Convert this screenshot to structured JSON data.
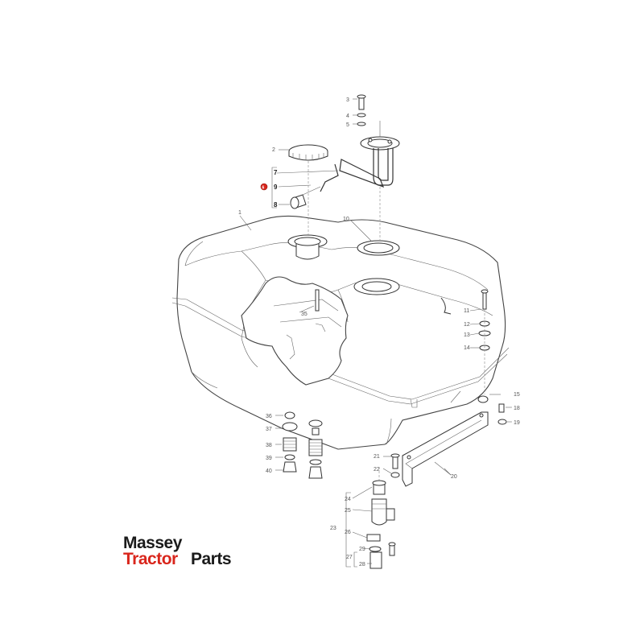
{
  "diagram": {
    "callouts": {
      "c1": "1",
      "c2": "2",
      "c3": "3",
      "c4": "4",
      "c5": "5",
      "c6": "6",
      "c7": "7",
      "c8": "8",
      "c9": "9",
      "c10": "10",
      "c11": "11",
      "c12": "12",
      "c13": "13",
      "c14": "14",
      "c15": "15",
      "c18": "18",
      "c19": "19",
      "c20": "20",
      "c21": "21",
      "c22": "22",
      "c23": "23",
      "c24": "24",
      "c25": "25",
      "c26": "26",
      "c27": "27",
      "c28": "28",
      "c29": "29",
      "c35": "35",
      "c36": "36",
      "c37": "37",
      "c38": "38",
      "c39": "39",
      "c40": "40"
    },
    "highlight_color": "#d9261c"
  },
  "logo": {
    "line1": "Massey",
    "line2_red": "Tractor",
    "line2_dark": "Parts",
    "brand_red": "#d9261c",
    "brand_dark": "#1a1a1a"
  }
}
